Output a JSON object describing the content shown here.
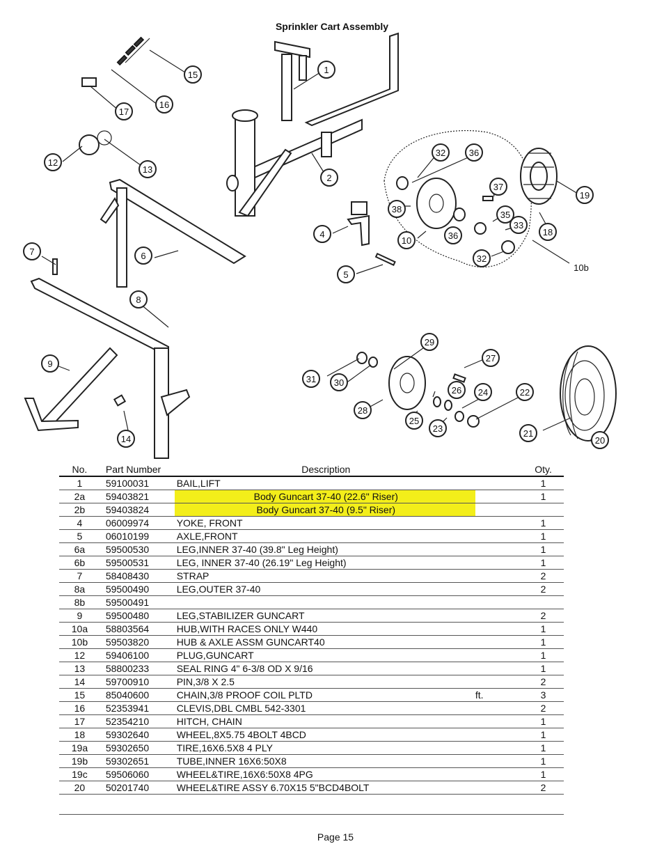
{
  "title": "Sprinkler Cart Assembly",
  "callouts": [
    "1",
    "2",
    "4",
    "5",
    "6",
    "7",
    "8",
    "9",
    "12",
    "13",
    "14",
    "15",
    "16",
    "17",
    "32",
    "36",
    "37",
    "19",
    "38",
    "35",
    "33",
    "18",
    "10",
    "36",
    "32",
    "20",
    "21",
    "22",
    "23",
    "24",
    "25",
    "26",
    "27",
    "28",
    "29",
    "30",
    "31"
  ],
  "callout_10b": "10b",
  "table": {
    "headers": {
      "no": "No.",
      "part": "Part Number",
      "desc": "Description",
      "qty": "Oty."
    },
    "rows": [
      {
        "no": "1",
        "part": "59100031",
        "desc": "BAIL,LIFT",
        "unit": "",
        "qty": "1"
      },
      {
        "no": "2a",
        "part": "59403821",
        "desc": "Body Guncart 37-40 (22.6\" Riser)",
        "unit": "",
        "qty": "1"
      },
      {
        "no": "2b",
        "part": "59403824",
        "desc": "Body Guncart 37-40 (9.5\" Riser)",
        "unit": "",
        "qty": ""
      },
      {
        "no": "4",
        "part": "06009974",
        "desc": "YOKE, FRONT",
        "unit": "",
        "qty": "1"
      },
      {
        "no": "5",
        "part": "06010199",
        "desc": "AXLE,FRONT",
        "unit": "",
        "qty": "1"
      },
      {
        "no": "6a",
        "part": "59500530",
        "desc": "LEG,INNER 37-40 (39.8\" Leg Height)",
        "unit": "",
        "qty": "1"
      },
      {
        "no": "6b",
        "part": "59500531",
        "desc": "LEG, INNER 37-40  (26.19\" Leg Height)",
        "unit": "",
        "qty": "1"
      },
      {
        "no": "7",
        "part": "58408430",
        "desc": "STRAP",
        "unit": "",
        "qty": "2"
      },
      {
        "no": "8a",
        "part": "59500490",
        "desc": "LEG,OUTER 37-40",
        "unit": "",
        "qty": "2"
      },
      {
        "no": "8b",
        "part": "59500491",
        "desc": "",
        "unit": "",
        "qty": ""
      },
      {
        "no": "9",
        "part": "59500480",
        "desc": "LEG,STABILIZER GUNCART",
        "unit": "",
        "qty": "2"
      },
      {
        "no": "10a",
        "part": "58803564",
        "desc": "HUB,WITH RACES ONLY W440",
        "unit": "",
        "qty": "1"
      },
      {
        "no": "10b",
        "part": "59503820",
        "desc": "HUB & AXLE ASSM GUNCART40",
        "unit": "",
        "qty": "1"
      },
      {
        "no": "12",
        "part": "59406100",
        "desc": "PLUG,GUNCART",
        "unit": "",
        "qty": "1"
      },
      {
        "no": "13",
        "part": "58800233",
        "desc": "SEAL RING 4\"  6-3/8 OD X 9/16",
        "unit": "",
        "qty": "1"
      },
      {
        "no": "14",
        "part": "59700910",
        "desc": "PIN,3/8 X 2.5",
        "unit": "",
        "qty": "2"
      },
      {
        "no": "15",
        "part": "85040600",
        "desc": "CHAIN,3/8 PROOF COIL PLTD",
        "unit": "ft.",
        "qty": "3"
      },
      {
        "no": "16",
        "part": "52353941",
        "desc": "CLEVIS,DBL CMBL 542-3301",
        "unit": "",
        "qty": "2"
      },
      {
        "no": "17",
        "part": "52354210",
        "desc": "HITCH, CHAIN",
        "unit": "",
        "qty": "1"
      },
      {
        "no": "18",
        "part": "59302640",
        "desc": "WHEEL,8X5.75 4BOLT 4BCD",
        "unit": "",
        "qty": "1"
      },
      {
        "no": "19a",
        "part": "59302650",
        "desc": "TIRE,16X6.5X8 4 PLY",
        "unit": "",
        "qty": "1"
      },
      {
        "no": "19b",
        "part": "59302651",
        "desc": "TUBE,INNER 16X6:50X8",
        "unit": "",
        "qty": "1"
      },
      {
        "no": "19c",
        "part": "59506060",
        "desc": "WHEEL&TIRE,16X6:50X8 4PG",
        "unit": "",
        "qty": "1"
      },
      {
        "no": "20",
        "part": "50201740",
        "desc": "WHEEL&TIRE ASSY 6.70X15 5\"BCD4BOLT",
        "unit": "",
        "qty": "2"
      }
    ]
  },
  "footer": "Page 15",
  "colors": {
    "highlight": "#f3ee1a"
  }
}
